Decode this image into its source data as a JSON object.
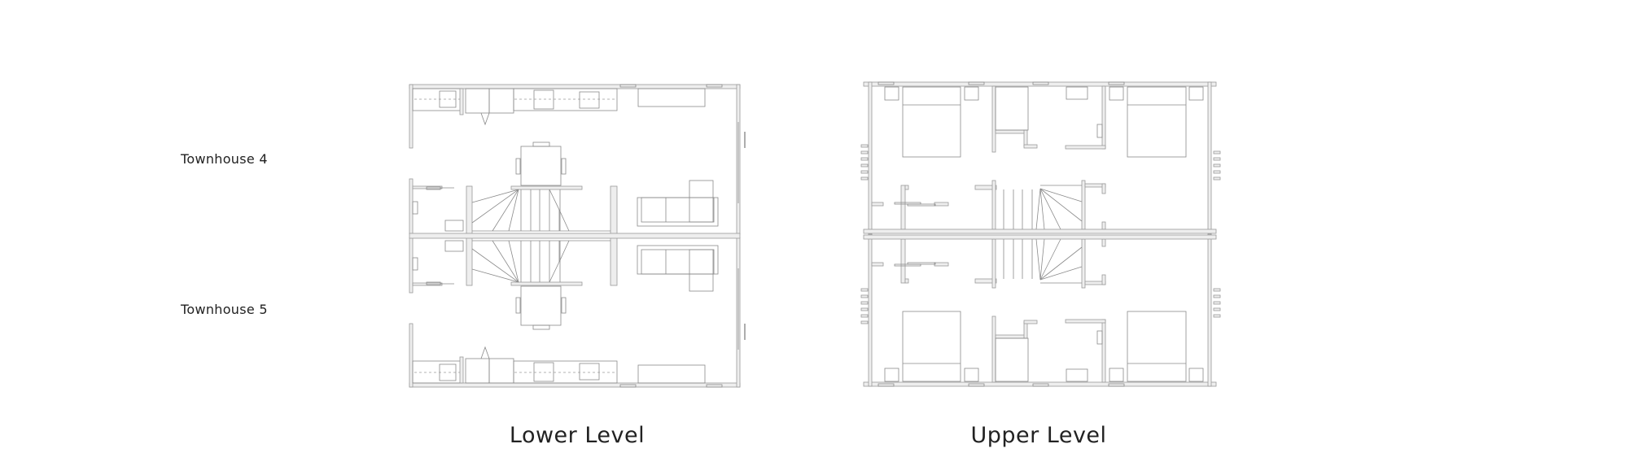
{
  "units": [
    {
      "label": "Townhouse 4"
    },
    {
      "label": "Townhouse 5"
    }
  ],
  "levels": [
    {
      "label": "Lower Level"
    },
    {
      "label": "Upper Level"
    }
  ],
  "colors": {
    "wall_fill": "#eeeeee",
    "line": "#8a8a8a",
    "text": "#222222"
  }
}
